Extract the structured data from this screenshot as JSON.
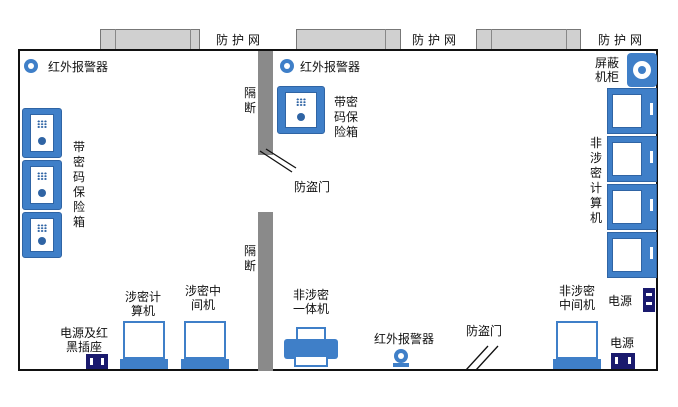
{
  "labels": {
    "fence": "防护网",
    "ir_alarm": "红外报警器",
    "partition": "隔断",
    "safe": "带密码保险箱",
    "antitheft_door": "防盗门",
    "shield_cabinet": "屏蔽机柜",
    "nonclassified_computers": "非涉密计算机",
    "power": "电源",
    "power_ir_socket": "电源及红黑插座",
    "classified_computer": "涉密计算机",
    "classified_relay": "涉密中间机",
    "nonclassified_aio": "非涉密一体机",
    "nonclassified_relay": "非涉密中间机"
  },
  "colors": {
    "device_blue": "#3f7fc8",
    "partition_gray": "#8a8a8a",
    "fence_gray": "#d0d0d0"
  }
}
